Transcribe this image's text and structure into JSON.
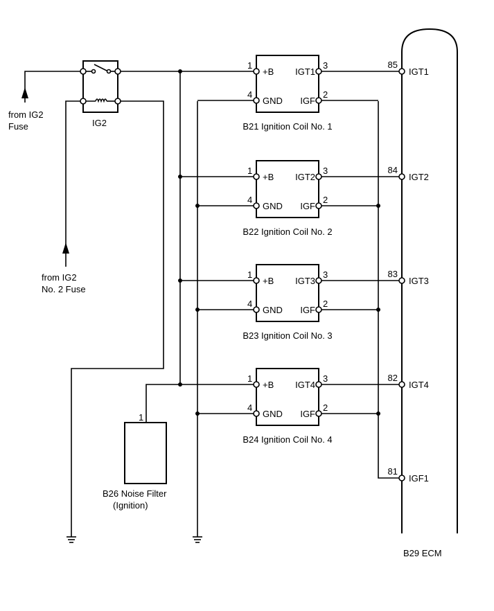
{
  "relay": {
    "name": "IG2"
  },
  "sources": [
    {
      "line1": "from IG2",
      "line2": "Fuse"
    },
    {
      "line1": "from IG2",
      "line2": "No. 2 Fuse"
    }
  ],
  "coils": [
    {
      "label": "B21 Ignition Coil No. 1",
      "pin_b": "1",
      "pin_b_name": "+B",
      "pin_gnd": "4",
      "pin_gnd_name": "GND",
      "pin_igt": "3",
      "pin_igt_name": "IGT1",
      "pin_igf": "2",
      "pin_igf_name": "IGF"
    },
    {
      "label": "B22 Ignition Coil No. 2",
      "pin_b": "1",
      "pin_b_name": "+B",
      "pin_gnd": "4",
      "pin_gnd_name": "GND",
      "pin_igt": "3",
      "pin_igt_name": "IGT2",
      "pin_igf": "2",
      "pin_igf_name": "IGF"
    },
    {
      "label": "B23 Ignition Coil No. 3",
      "pin_b": "1",
      "pin_b_name": "+B",
      "pin_gnd": "4",
      "pin_gnd_name": "GND",
      "pin_igt": "3",
      "pin_igt_name": "IGT3",
      "pin_igf": "2",
      "pin_igf_name": "IGF"
    },
    {
      "label": "B24 Ignition Coil No. 4",
      "pin_b": "1",
      "pin_b_name": "+B",
      "pin_gnd": "4",
      "pin_gnd_name": "GND",
      "pin_igt": "3",
      "pin_igt_name": "IGT4",
      "pin_igf": "2",
      "pin_igf_name": "IGF"
    }
  ],
  "noise_filter": {
    "line1": "B26 Noise Filter",
    "line2": "(Ignition)",
    "pin": "1"
  },
  "ecm": {
    "label": "B29 ECM",
    "pins": [
      {
        "num": "85",
        "name": "IGT1"
      },
      {
        "num": "84",
        "name": "IGT2"
      },
      {
        "num": "83",
        "name": "IGT3"
      },
      {
        "num": "82",
        "name": "IGT4"
      },
      {
        "num": "81",
        "name": "IGF1"
      }
    ]
  }
}
